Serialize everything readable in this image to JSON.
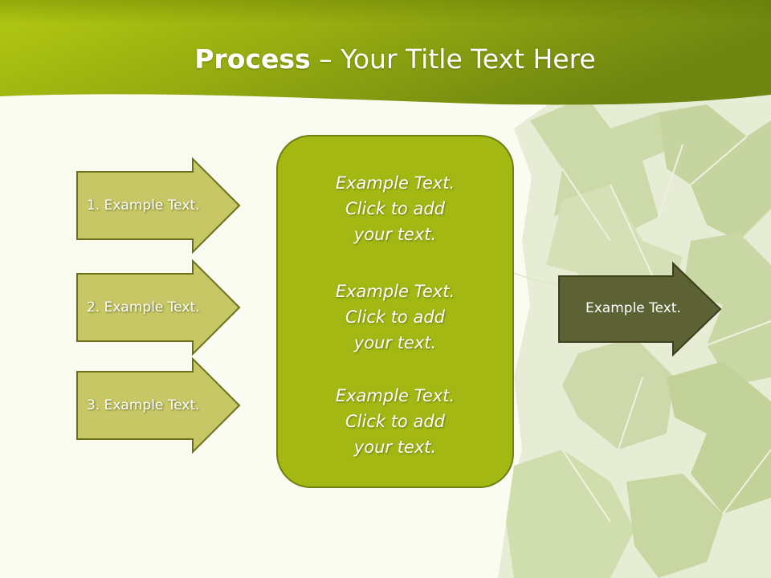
{
  "title": {
    "bold": "Process",
    "rest": " – Your Title Text Here"
  },
  "input_arrows": [
    {
      "label": "1. Example Text."
    },
    {
      "label": "2. Example Text."
    },
    {
      "label": "3. Example Text."
    }
  ],
  "center_box": {
    "blocks": [
      {
        "line1": "Example Text.",
        "line2": "Click  to add",
        "line3": "your text."
      },
      {
        "line1": "Example Text.",
        "line2": "Click  to add",
        "line3": "your text."
      },
      {
        "line1": "Example Text.",
        "line2": "Click  to add",
        "line3": "your text."
      }
    ]
  },
  "output_arrow": {
    "label": "Example Text."
  },
  "colors": {
    "header_green": "#8fa80f",
    "input_arrow_fill": "#c8c766",
    "input_arrow_border": "#6b7118",
    "center_box_fill": "#a4b814",
    "output_arrow_fill": "#5c6233",
    "background": "#fbfcf1"
  },
  "decoration": {
    "image": "grape-leaves-icon"
  }
}
